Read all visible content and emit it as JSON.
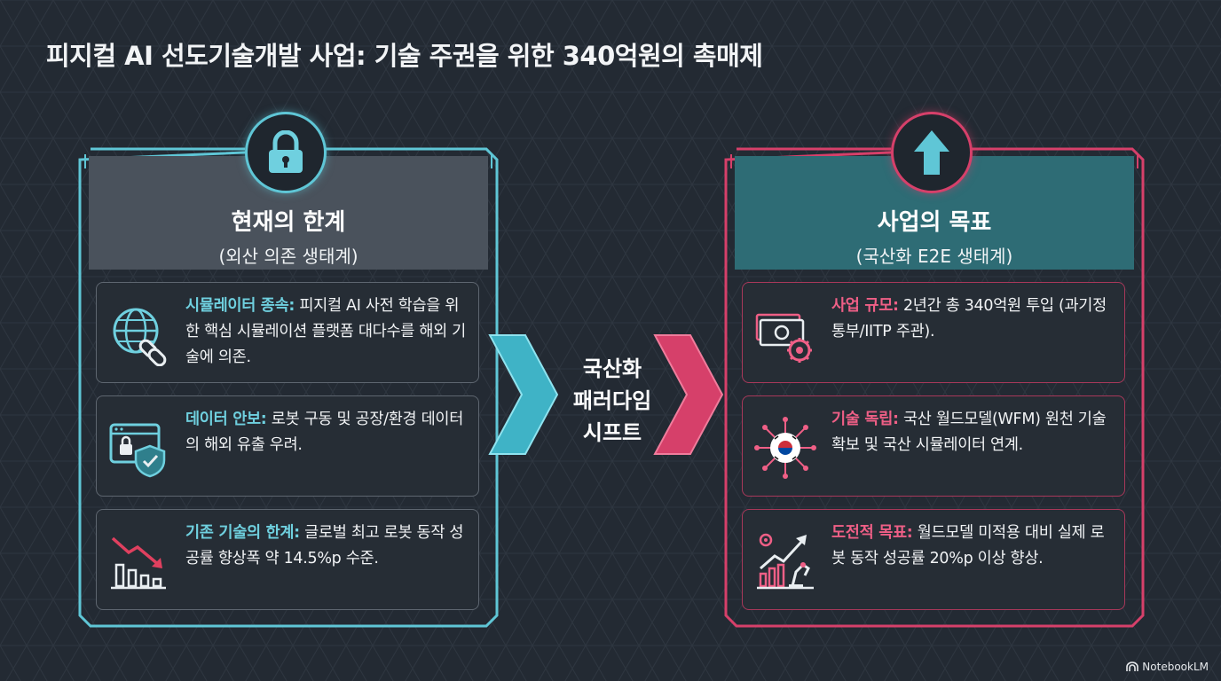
{
  "title": "피지컬 AI 선도기술개발 사업: 기술 주권을 위한 340억원의 촉매제",
  "colors": {
    "background": "#232a33",
    "cyan": "#5fc6d6",
    "magenta": "#d6406a"
  },
  "left_panel": {
    "icon": "lock-icon",
    "heading": "현재의 한계",
    "subheading": "(외산 의존 생태계)",
    "cards": [
      {
        "icon": "globe-chain-icon",
        "lead": "시뮬레이터 종속:",
        "text": " 피지컬 AI 사전 학습을 위한 핵심 시뮬레이션 플랫폼 대다수를 해외 기술에 의존."
      },
      {
        "icon": "browser-lock-shield-icon",
        "lead": "데이터 안보:",
        "text": " 로봇 구동 및 공장/환경 데이터의 해외 유출 우려."
      },
      {
        "icon": "declining-chart-icon",
        "lead": "기존 기술의 한계:",
        "text": " 글로벌 최고 로봇 동작 성공률 향상폭 약 14.5%p 수준."
      }
    ]
  },
  "center": {
    "label": "국산화\n패러다임\n시프트"
  },
  "right_panel": {
    "icon": "arrow-up-icon",
    "heading": "사업의 목표",
    "subheading": "(국산화 E2E 생태계)",
    "cards": [
      {
        "icon": "money-gear-icon",
        "lead": "사업 규모:",
        "text": " 2년간 총 340억원 투입 (과기정통부/IITP 주관)."
      },
      {
        "icon": "korea-flag-network-icon",
        "lead": "기술 독립:",
        "text": " 국산 월드모델(WFM) 원천 기술 확보 및 국산 시뮬레이터 연계."
      },
      {
        "icon": "growth-chart-robot-icon",
        "lead": "도전적 목표:",
        "text": " 월드모델 미적용 대비 실제 로봇 동작 성공률 20%p 이상 향상."
      }
    ]
  },
  "logo": {
    "text": "NotebookLM"
  }
}
